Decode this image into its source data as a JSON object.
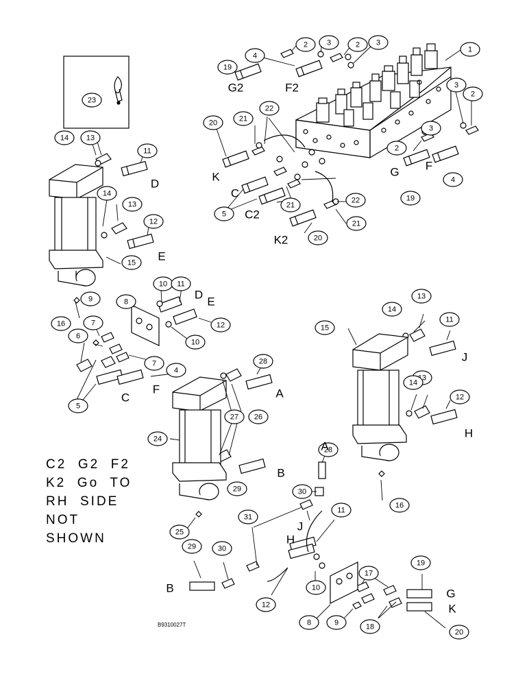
{
  "note_lines": [
    "C2  G2  F2",
    "K2  Go  TO",
    "RH  SIDE",
    "NOT",
    "SHOWN"
  ],
  "drawing_code": "B9310027T",
  "callouts": {
    "c1": "1",
    "c2a": "2",
    "c2b": "2",
    "c2c": "2",
    "c2d": "2",
    "c3a": "3",
    "c3b": "3",
    "c3c": "3",
    "c3d": "3",
    "c4a": "4",
    "c4b": "4",
    "c4c": "4",
    "c5a": "5",
    "c5b": "5",
    "c6": "6",
    "c7a": "7",
    "c7b": "7",
    "c8a": "8",
    "c8b": "8",
    "c9a": "9",
    "c9b": "9",
    "c10a": "10",
    "c10b": "10",
    "c10c": "10",
    "c11a": "11",
    "c11b": "11",
    "c11c": "11",
    "c11d": "11",
    "c12a": "12",
    "c12b": "12",
    "c12c": "12",
    "c12d": "12",
    "c13a": "13",
    "c13b": "13",
    "c13c": "13",
    "c13d": "13",
    "c14a": "14",
    "c14b": "14",
    "c14c": "14",
    "c14d": "14",
    "c15a": "15",
    "c15b": "15",
    "c16a": "16",
    "c16b": "16",
    "c17": "17",
    "c18": "18",
    "c19a": "19",
    "c19b": "19",
    "c19c": "19",
    "c20a": "20",
    "c20b": "20",
    "c20c": "20",
    "c21a": "21",
    "c21b": "21",
    "c21c": "21",
    "c22a": "22",
    "c22b": "22",
    "c23": "23",
    "c24": "24",
    "c25": "25",
    "c26": "26",
    "c27": "27",
    "c28a": "28",
    "c28b": "28",
    "c29a": "29",
    "c29b": "29",
    "c30a": "30",
    "c30b": "30",
    "c31": "31"
  },
  "ports": {
    "G2": "G2",
    "F2": "F2",
    "K": "K",
    "C": "C",
    "C2": "C2",
    "K2": "K2",
    "G": "G",
    "F": "F",
    "D1": "D",
    "E1": "E",
    "D2": "D",
    "E2": "E",
    "C3": "C",
    "F3": "F",
    "J1": "J",
    "H1": "H",
    "A1": "A",
    "B1": "B",
    "A2": "A",
    "J2": "J",
    "H2": "H",
    "B2": "B",
    "G3": "G",
    "K3": "K"
  }
}
